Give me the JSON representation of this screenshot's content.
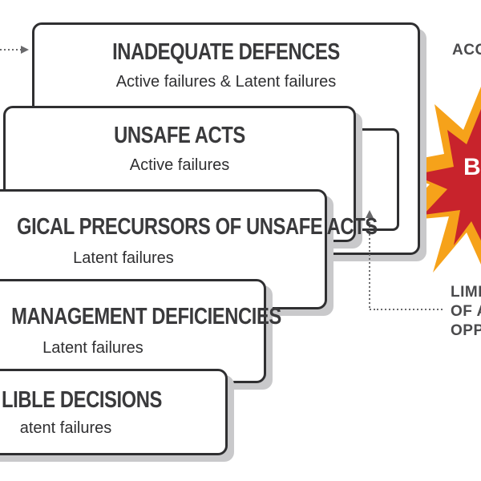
{
  "layers": [
    {
      "title": "INADEQUATE DEFENCES",
      "subtitle": "Active failures & Latent failures"
    },
    {
      "title": "UNSAFE ACTS",
      "subtitle": "Active failures"
    },
    {
      "title": "GICAL PRECURSORS OF UNSAFE ACTS",
      "subtitle": "Latent failures"
    },
    {
      "title": "MANAGEMENT DEFICIENCIES",
      "subtitle": "Latent failures"
    },
    {
      "title": "LIBLE DECISIONS",
      "subtitle": "atent failures"
    }
  ],
  "right_labels": {
    "top": "ACC",
    "bottom_line1": "LIMI",
    "bottom_line2": "OF A",
    "bottom_line3": "OPP"
  },
  "burst_text": "B",
  "colors": {
    "burst_outer": "#f6a21a",
    "burst_inner": "#c8232c",
    "frame": "#2f2f31",
    "shadow": "#c9c9cb"
  },
  "icons": [
    "dotted-arrow-icon",
    "up-arrow-icon",
    "explosion-icon"
  ]
}
